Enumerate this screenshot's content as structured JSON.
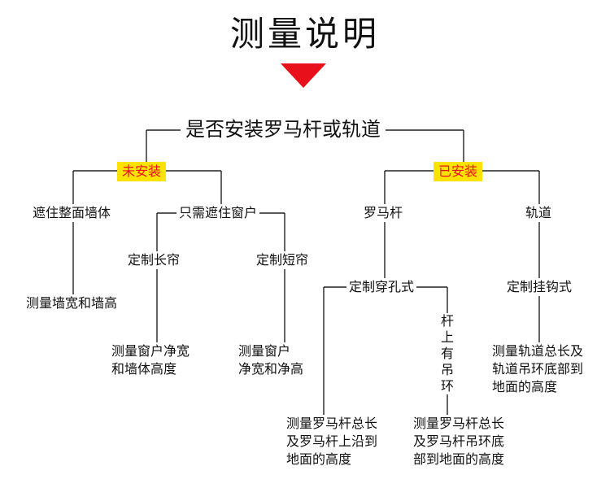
{
  "title": "测量说明",
  "colors": {
    "arrow": "#e8101a",
    "badge_bg": "#ffe300",
    "badge_text": "#e8101a"
  },
  "root": "是否安装罗马杆或轨道",
  "not_installed": {
    "label": "未安装",
    "cover_wall": {
      "label": "遮住整面墙体",
      "instruction": [
        "测量墙宽和墙高"
      ]
    },
    "cover_window": {
      "label": "只需遮住窗户",
      "long": {
        "label": "定制长帘",
        "instruction": [
          "测量窗户净宽",
          "和墙体高度"
        ]
      },
      "short": {
        "label": "定制短帘",
        "instruction": [
          "测量窗户",
          "净宽和净高"
        ]
      }
    }
  },
  "installed": {
    "label": "已安装",
    "roman_rod": {
      "label": "罗马杆",
      "custom": "定制穿孔式",
      "rings": "杆上有吊环",
      "no_ring_instruction": [
        "测量罗马杆总长",
        "及罗马杆上沿到",
        "地面的高度"
      ],
      "ring_instruction": [
        "测量罗马杆总长",
        "及罗马杆吊环底",
        "部到地面的高度"
      ]
    },
    "track": {
      "label": "轨道",
      "custom": "定制挂钩式",
      "instruction": [
        "测量轨道总长及",
        "轨道吊环底部到",
        "地面的高度"
      ]
    }
  }
}
